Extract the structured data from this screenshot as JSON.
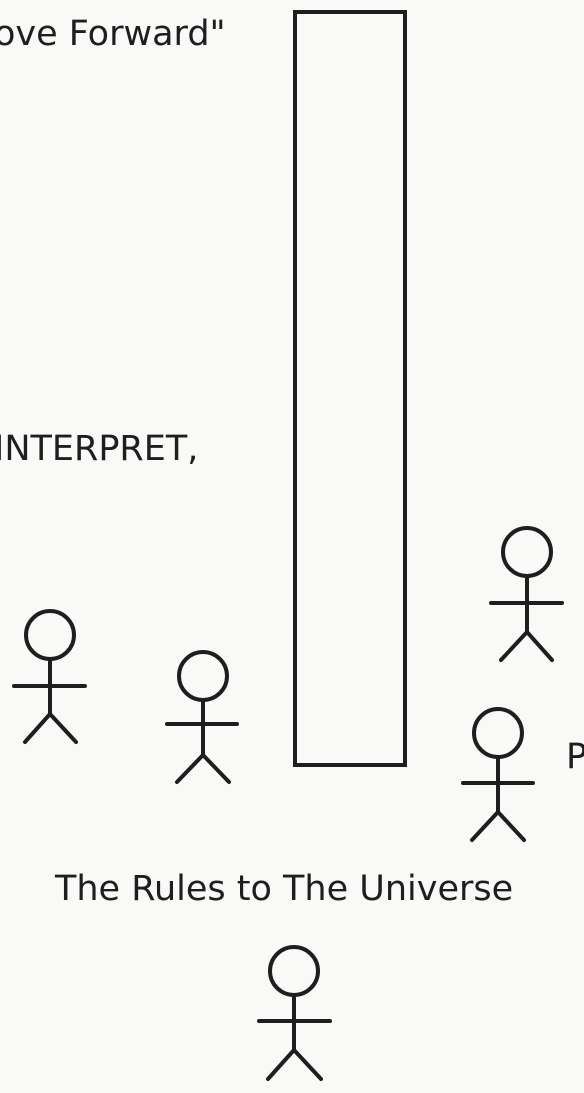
{
  "labels": {
    "move_forward": "ove Forward\"",
    "interpret": "INTERPRET,",
    "rules_to_universe": "The Rules to The Universe",
    "p": "P"
  },
  "colors": {
    "stroke": "#1e1e1e",
    "background": "#f9f9f8"
  }
}
